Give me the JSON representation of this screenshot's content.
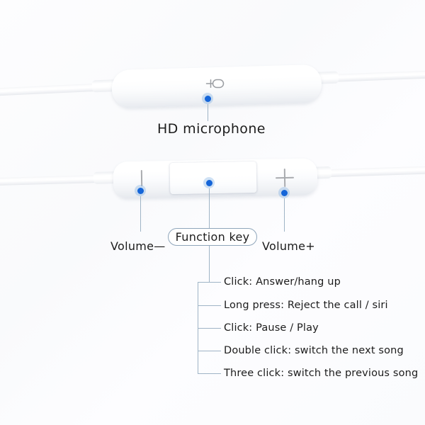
{
  "diagram": {
    "title_alt": "Earphone remote control and microphone feature callout diagram",
    "background_color": "#fbfbfd",
    "accent_color": "#1565d8",
    "leader_line_color": "#9fb4c6",
    "text_color": "#1c1c1c"
  },
  "callouts": {
    "microphone": {
      "label": "HD microphone",
      "icon": "microphone-icon"
    },
    "volume_down": {
      "label": "Volume—",
      "icon": "minus-icon"
    },
    "volume_up": {
      "label": "Volume+",
      "icon": "plus-icon"
    },
    "function_key": {
      "label": "Function key"
    }
  },
  "instructions": [
    {
      "text": "Click: Answer/hang up"
    },
    {
      "text": "Long press: Reject the call / siri"
    },
    {
      "text": "Click: Pause / Play"
    },
    {
      "text": "Double click: switch the next song"
    },
    {
      "text": "Three click: switch the previous song"
    }
  ]
}
